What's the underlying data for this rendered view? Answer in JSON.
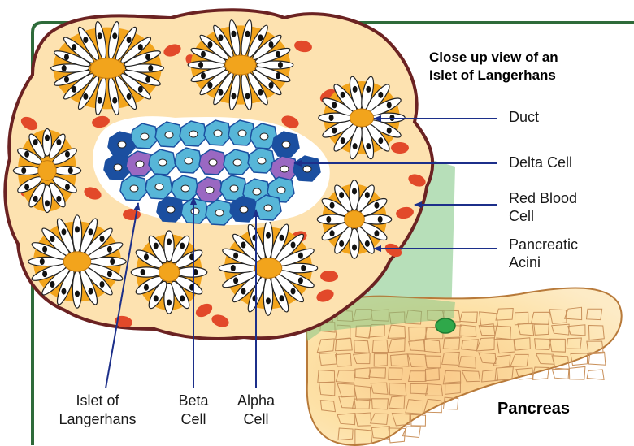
{
  "title": {
    "line1": "Close up view of an",
    "line2": "Islet of Langerhans"
  },
  "labels": {
    "duct": "Duct",
    "delta_cell": "Delta Cell",
    "red_blood_cell_1": "Red Blood",
    "red_blood_cell_2": "Cell",
    "pancreatic_acini_1": "Pancreatic",
    "pancreatic_acini_2": "Acini",
    "islet_1": "Islet of",
    "islet_2": "Langerhans",
    "beta_1": "Beta",
    "beta_2": "Cell",
    "alpha_1": "Alpha",
    "alpha_2": "Cell",
    "pancreas": "Pancreas"
  },
  "colors": {
    "frame": "#2e6b3a",
    "tissue": "#fde2b0",
    "tissue_outline": "#6b2222",
    "acinus_lumen": "#f2a41c",
    "acinus_cell": "#ffffff",
    "red_blood_cell": "#e2492a",
    "islet_blue": "#57b6d8",
    "islet_dark": "#1b4fa0",
    "delta_purple": "#9a68c2",
    "arrow": "#1c2f8a",
    "zoom_cone": "#7cc47f",
    "pancreas": "#fde1a6",
    "pancreas_outline": "#b87a3a"
  }
}
